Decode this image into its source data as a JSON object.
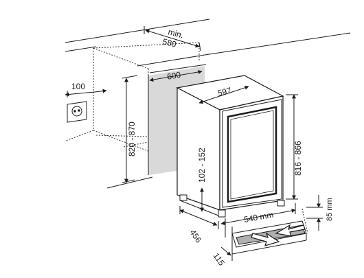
{
  "dimensions": {
    "min_label": "min.",
    "niche_depth_min": "580",
    "niche_depth": "600",
    "socket_offset": "100",
    "niche_height": "820 - 870",
    "plinth_height": "102 - 152",
    "appliance_depth": "597",
    "appliance_height": "816 - 866",
    "appliance_width": "540 mm",
    "vent_height": "85 mm",
    "side_depth": "456",
    "plinth_offset": "115"
  },
  "colors": {
    "line": "#1a1a1a",
    "dotted": "#333333",
    "niche_back": "#d9d9d9",
    "vent": "#b0b0b0"
  }
}
